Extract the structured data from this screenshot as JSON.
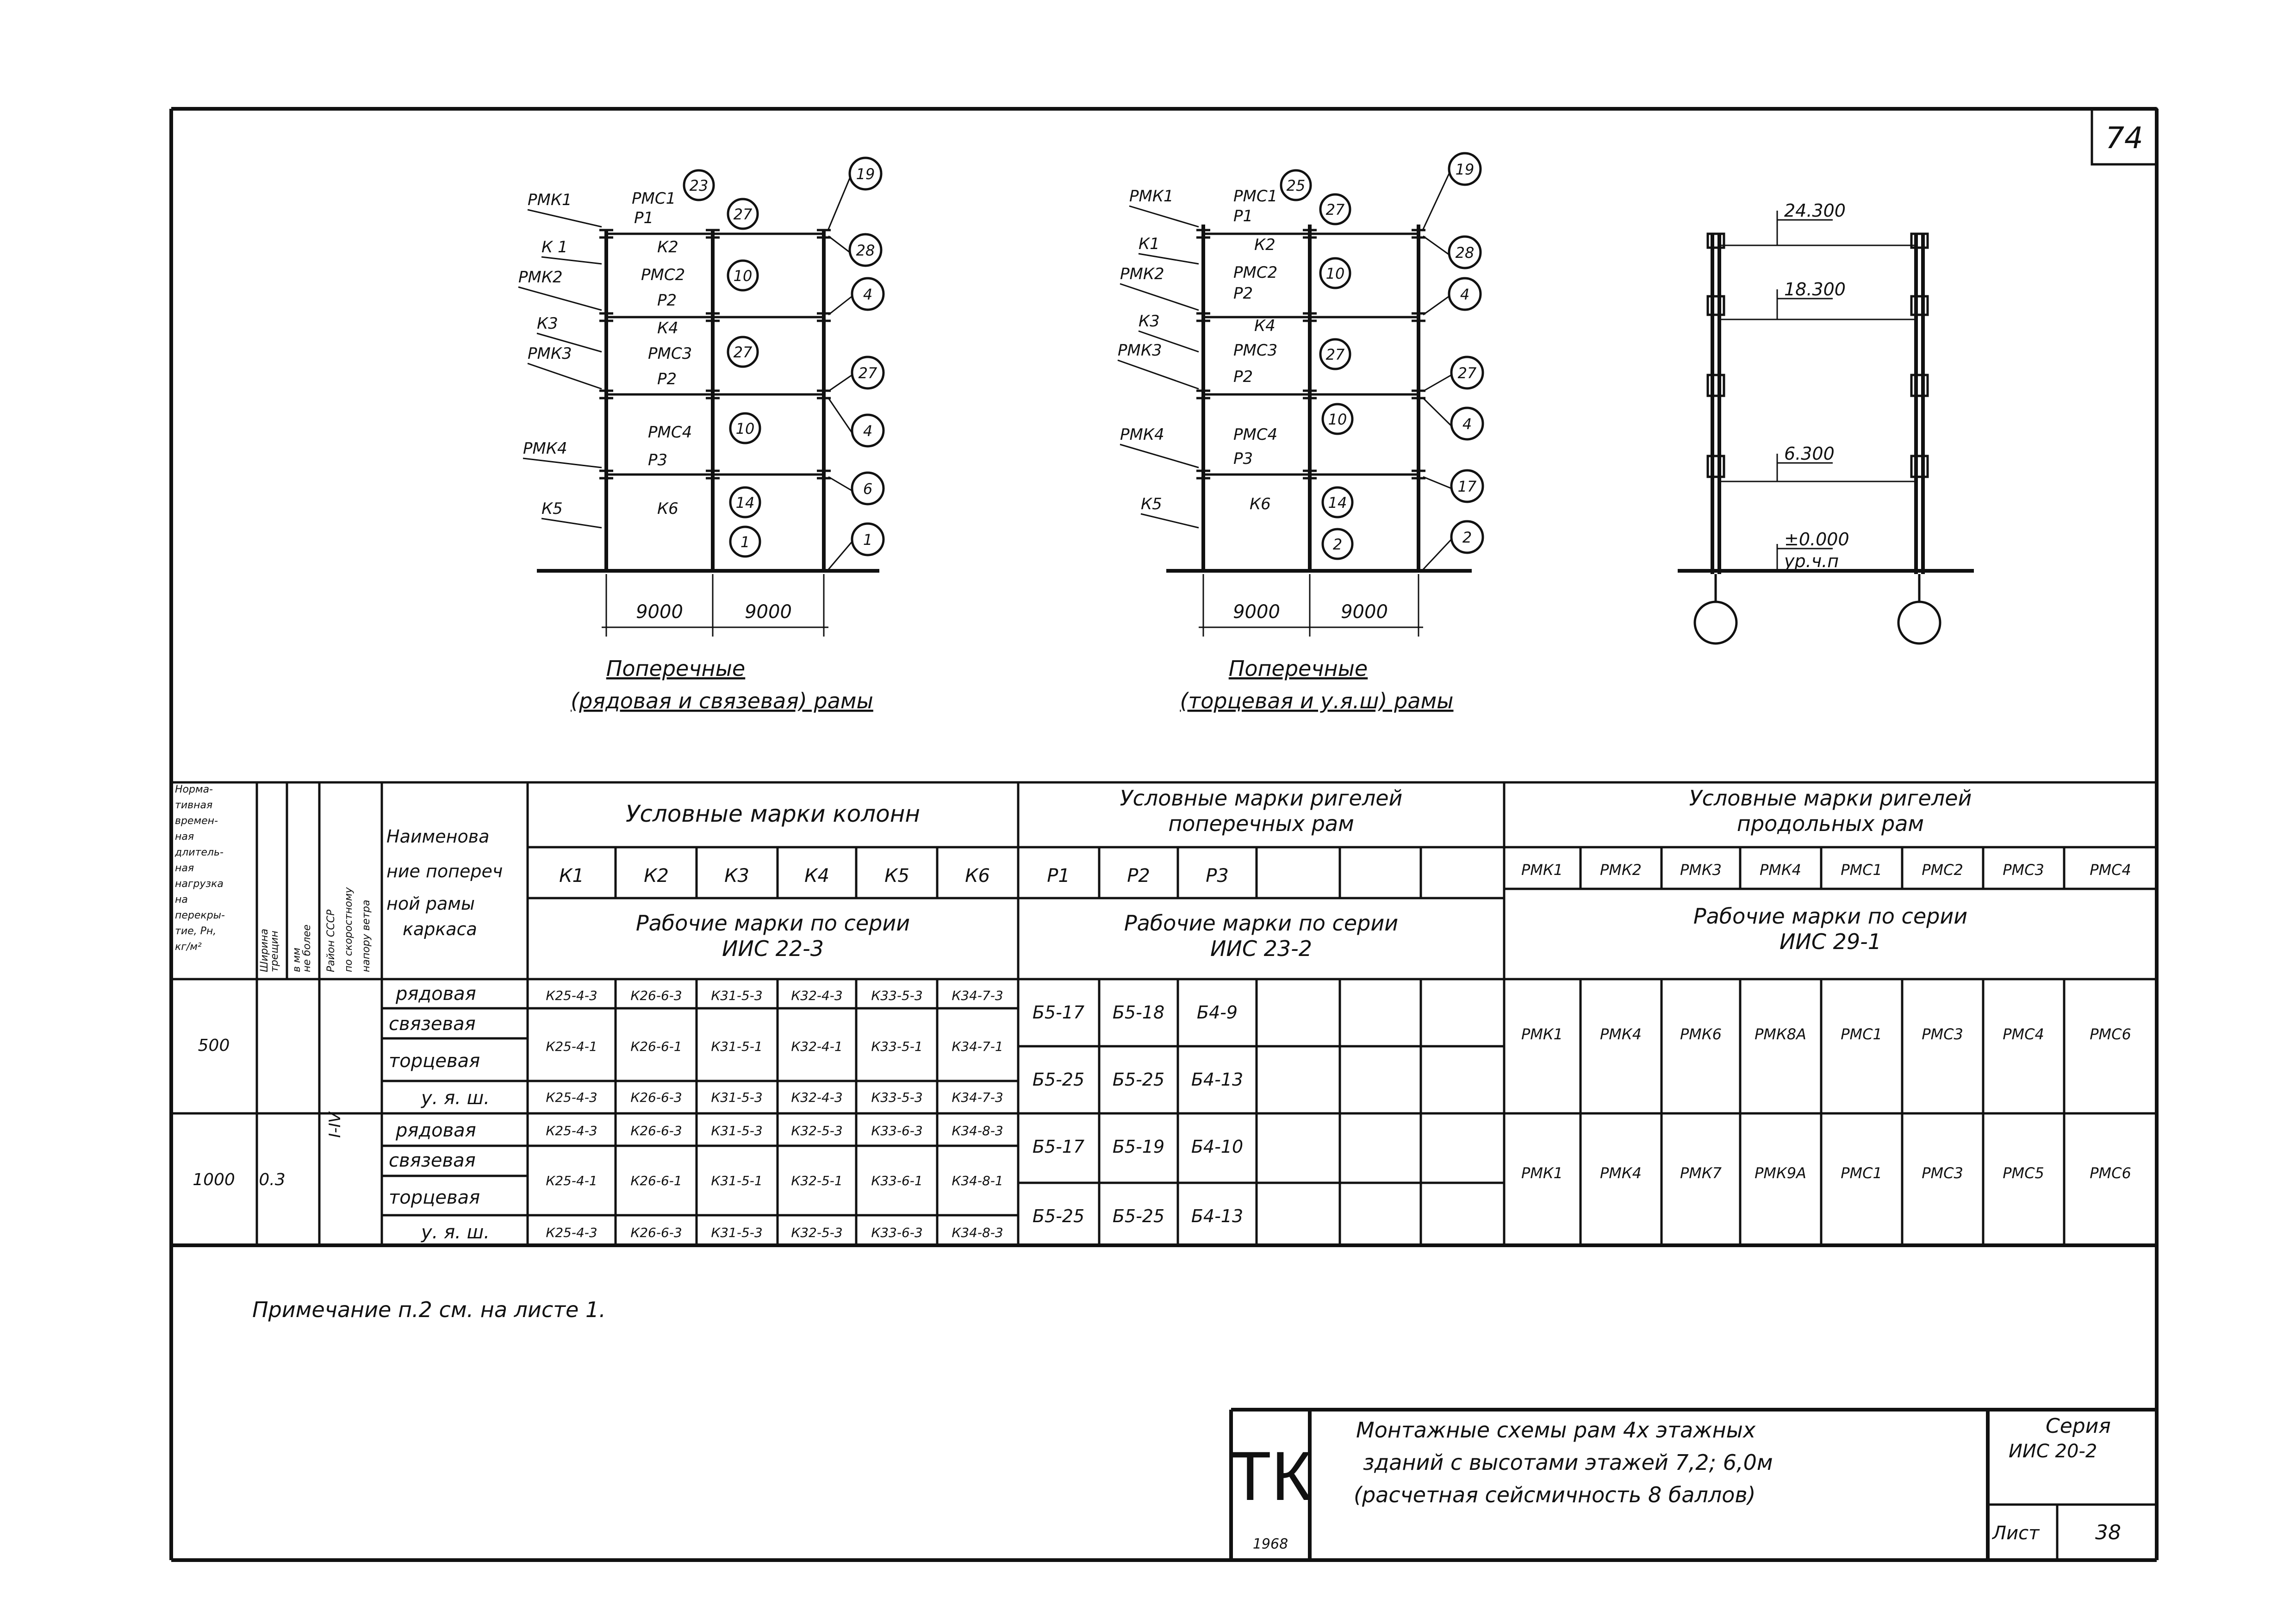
{
  "sheet_number_corner": "74",
  "diagram_left": {
    "labels_left": [
      "РМК1",
      "К 1",
      "РМК2",
      "К3",
      "РМК3",
      "РМК4",
      "К5"
    ],
    "labels_mid": [
      "РМС1",
      "Р1",
      "К2",
      "РМС2",
      "Р2",
      "К4",
      "РМС3",
      "Р2",
      "РМС4",
      "Р3",
      "К6"
    ],
    "circles_mid": [
      "23",
      "27",
      "10",
      "27",
      "10",
      "14",
      "1"
    ],
    "circles_right": [
      "19",
      "28",
      "4",
      "27",
      "4",
      "6",
      "1"
    ],
    "dims": [
      "9000",
      "9000"
    ],
    "caption_line1": "Поперечные",
    "caption_line2": "(рядовая и связевая) рамы"
  },
  "diagram_mid": {
    "labels_left": [
      "РМК1",
      "К1",
      "РМК2",
      "К3",
      "РМК3",
      "РМК4",
      "К5"
    ],
    "labels_mid": [
      "РМС1",
      "Р1",
      "К2",
      "РМС2",
      "Р2",
      "К4",
      "РМС3",
      "Р2",
      "РМС4",
      "Р3",
      "К6"
    ],
    "circles_mid": [
      "25",
      "27",
      "10",
      "27",
      "10",
      "14",
      "2"
    ],
    "circles_right": [
      "19",
      "28",
      "4",
      "27",
      "4",
      "17",
      "2"
    ],
    "dims": [
      "9000",
      "9000"
    ],
    "caption_line1": "Поперечные",
    "caption_line2": "(торцевая и у.я.ш) рамы"
  },
  "diagram_right": {
    "levels": [
      "24.300",
      "18.300",
      "6.300",
      "±0.000",
      "ур.ч.п"
    ]
  },
  "table": {
    "h_col1": [
      "Норма-",
      "тивная",
      "времен-",
      "ная",
      "длитель-",
      "ная",
      "нагрузка",
      "на",
      "перекры-",
      "тие, Рн,",
      "кг/м²"
    ],
    "h_col2": [
      "Ширина",
      "трещин",
      "в мм"
    ],
    "h_col2b": [
      "не более"
    ],
    "h_col3": [
      "Район СССР",
      "по скоростному",
      "напору ветра"
    ],
    "h_col4": [
      "Наименова",
      "ние попереч",
      "ной рамы",
      "каркаса"
    ],
    "h_columns_title": "Условные марки колонн",
    "h_columns_marks": [
      "К1",
      "К2",
      "К3",
      "К4",
      "К5",
      "К6"
    ],
    "h_columns_series": [
      "Рабочие марки по серии",
      "ИИС 22-3"
    ],
    "h_girders_title": [
      "Условные марки ригелей",
      "поперечных рам"
    ],
    "h_girders_marks": [
      "Р1",
      "Р2",
      "Р3"
    ],
    "h_girders_series": [
      "Рабочие марки по серии",
      "ИИС 23-2"
    ],
    "h_long_title": [
      "Условные марки ригелей",
      "продольных рам"
    ],
    "h_long_marks": [
      "РМК1",
      "РМК2",
      "РМК3",
      "РМК4",
      "РМС1",
      "РМС2",
      "РМС3",
      "РМС4"
    ],
    "h_long_series": [
      "Рабочие марки по серии",
      "ИИС 29-1"
    ],
    "load_values": [
      "500",
      "1000"
    ],
    "crack_width": "0.3",
    "wind_region": "I-IV",
    "frame_names": [
      "рядовая",
      "связевая",
      "торцевая",
      "у. я. ш.",
      "рядовая",
      "связевая",
      "торцевая",
      "у. я. ш."
    ],
    "col_rows": [
      [
        "К25-4-3",
        "К26-6-3",
        "К31-5-3",
        "К32-4-3",
        "К33-5-3",
        "К34-7-3"
      ],
      [
        "К25-4-1",
        "К26-6-1",
        "К31-5-1",
        "К32-4-1",
        "К33-5-1",
        "К34-7-1"
      ],
      [
        "К25-4-3",
        "К26-6-3",
        "К31-5-3",
        "К32-4-3",
        "К33-5-3",
        "К34-7-3"
      ],
      [
        "К25-4-3",
        "К26-6-3",
        "К31-5-3",
        "К32-5-3",
        "К33-6-3",
        "К34-8-3"
      ],
      [
        "К25-4-1",
        "К26-6-1",
        "К31-5-1",
        "К32-5-1",
        "К33-6-1",
        "К34-8-1"
      ],
      [
        "К25-4-3",
        "К26-6-3",
        "К31-5-3",
        "К32-5-3",
        "К33-6-3",
        "К34-8-3"
      ]
    ],
    "girder_rows": [
      [
        "Б5-17",
        "Б5-18",
        "Б4-9"
      ],
      [
        "Б5-25",
        "Б5-25",
        "Б4-13"
      ],
      [
        "Б5-17",
        "Б5-19",
        "Б4-10"
      ],
      [
        "Б5-25",
        "Б5-25",
        "Б4-13"
      ]
    ],
    "long_rows": [
      [
        "РМК1",
        "РМК4",
        "РМК6",
        "РМК8А",
        "РМС1",
        "РМС3",
        "РМС4",
        "РМС6"
      ],
      [
        "РМК1",
        "РМК4",
        "РМК7",
        "РМК9А",
        "РМС1",
        "РМС3",
        "РМС5",
        "РМС6"
      ]
    ]
  },
  "note": "Примечание п.2 см. на листе 1.",
  "title_block": {
    "logo": "ТК",
    "year": "1968",
    "title": [
      "Монтажные схемы рам 4х этажных",
      "зданий с высотами этажей 7,2; 6,0м",
      "(расчетная сейсмичность 8 баллов)"
    ],
    "series_label": "Серия",
    "series_value": "ИИС 20-2",
    "sheet_label": "Лист",
    "sheet_value": "38"
  }
}
